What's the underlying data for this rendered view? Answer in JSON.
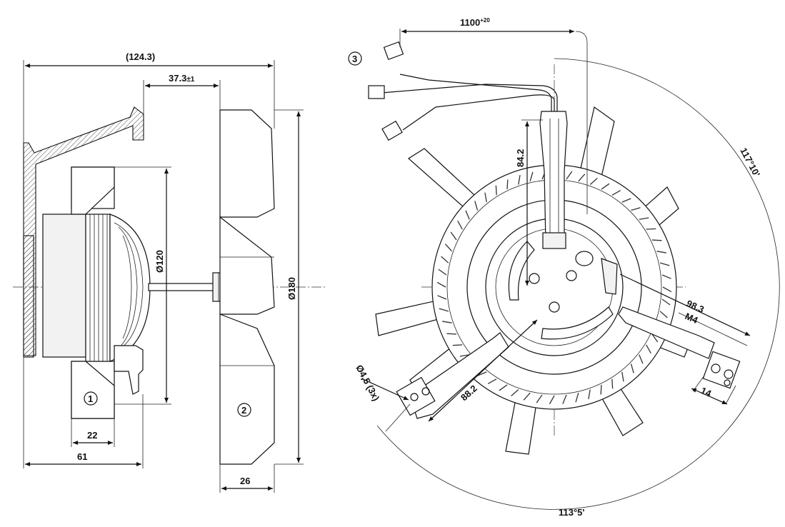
{
  "side_view": {
    "overall_length": "(124.3)",
    "hub_offset": "37.3",
    "hub_offset_tol": "±1",
    "motor_diameter": "Ø120",
    "impeller_diameter": "Ø180",
    "motor_length": "61",
    "flange_width": "22",
    "impeller_width": "26",
    "callout_motor": "1",
    "callout_impeller": "2"
  },
  "front_view": {
    "cable_length": "1100",
    "cable_length_tol": "+20",
    "callout_cable": "3",
    "center_to_clip": "84.2",
    "arm_length_right": "98.3",
    "thread": "M4",
    "bracket_width": "14",
    "hole_diameter": "Ø4,5 (3x)",
    "arm_length_left": "88.2",
    "angle_right": "117°10'",
    "angle_bottom": "113°5'"
  }
}
